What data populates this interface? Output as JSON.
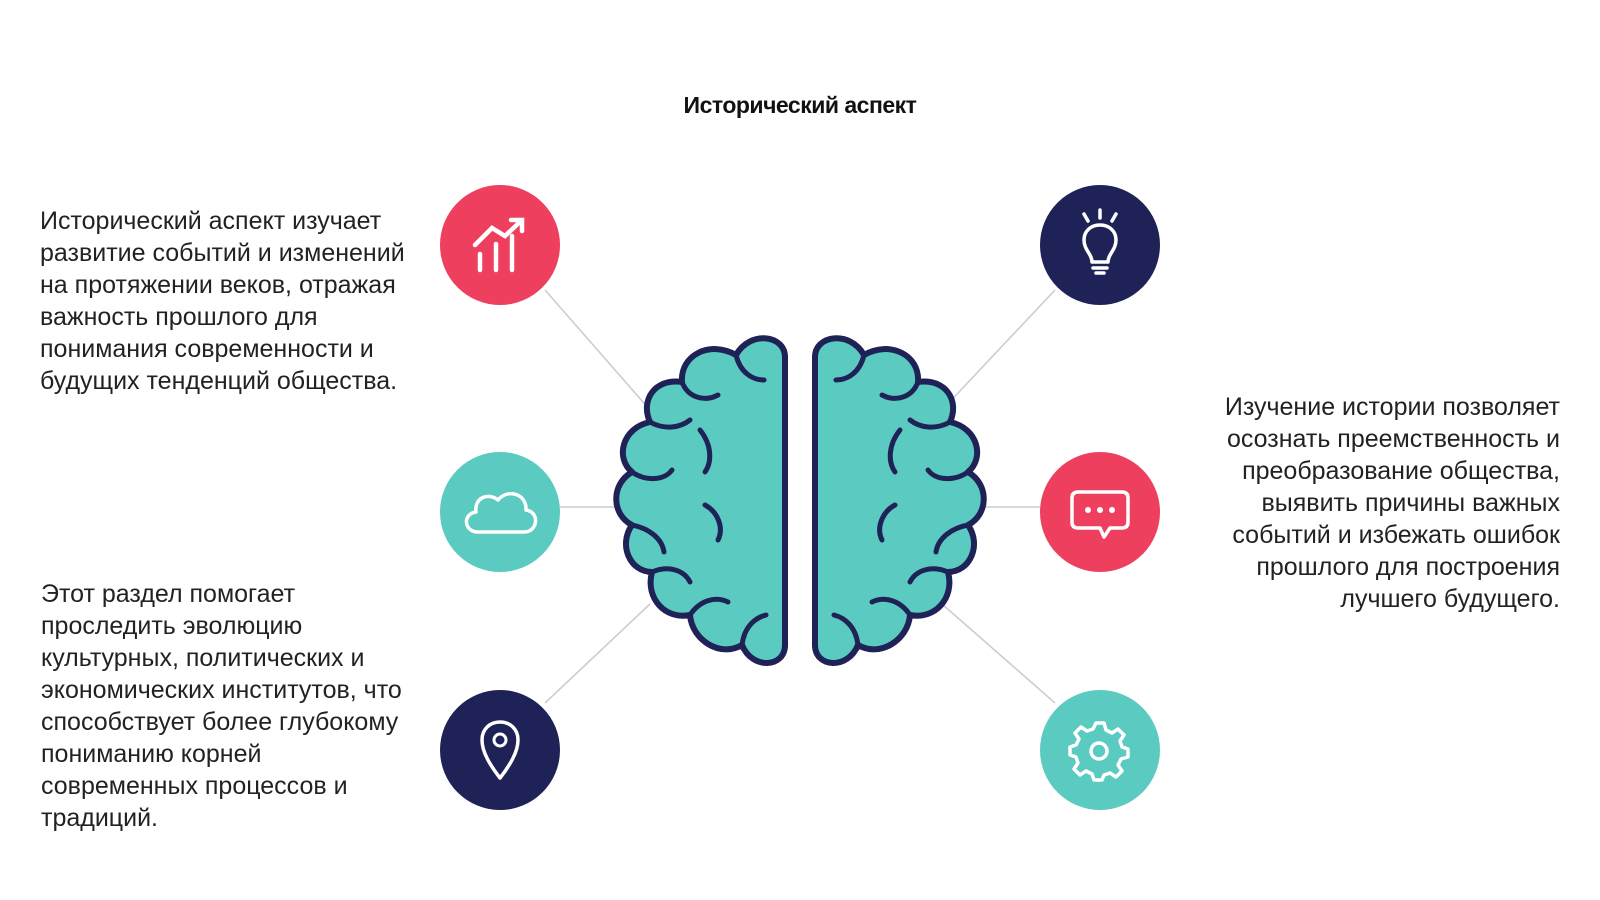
{
  "title": "Исторический аспект",
  "text_top_left": "Исторический аспект изучает развитие событий и изменений на протяжении веков, отражая важность прошлого для понимания современности и будущих тенденций общества.",
  "text_bottom_left": "Этот раздел помогает проследить эволюцию культурных, политических и экономических институтов, что способствует более глубокому пониманию корней современных процессов и традиций.",
  "text_right": "Изучение истории позволяет осознать преемственность и преобразование общества, выявить причины важных событий и избежать ошибок прошлого для построения лучшего будущего.",
  "icons": [
    {
      "name": "chart-growth-icon",
      "color": "#EE3F5E"
    },
    {
      "name": "cloud-icon",
      "color": "#5BCAC0"
    },
    {
      "name": "location-pin-icon",
      "color": "#1E2257"
    },
    {
      "name": "lightbulb-icon",
      "color": "#1E2257"
    },
    {
      "name": "chat-bubble-icon",
      "color": "#EE3F5E"
    },
    {
      "name": "gear-icon",
      "color": "#5BCAC0"
    }
  ],
  "colors": {
    "brain_fill": "#5BCAC0",
    "brain_outline": "#1E2257",
    "connector": "#C9CDD6",
    "red": "#EE3F5E",
    "teal": "#5BCAC0",
    "navy": "#1E2257"
  }
}
